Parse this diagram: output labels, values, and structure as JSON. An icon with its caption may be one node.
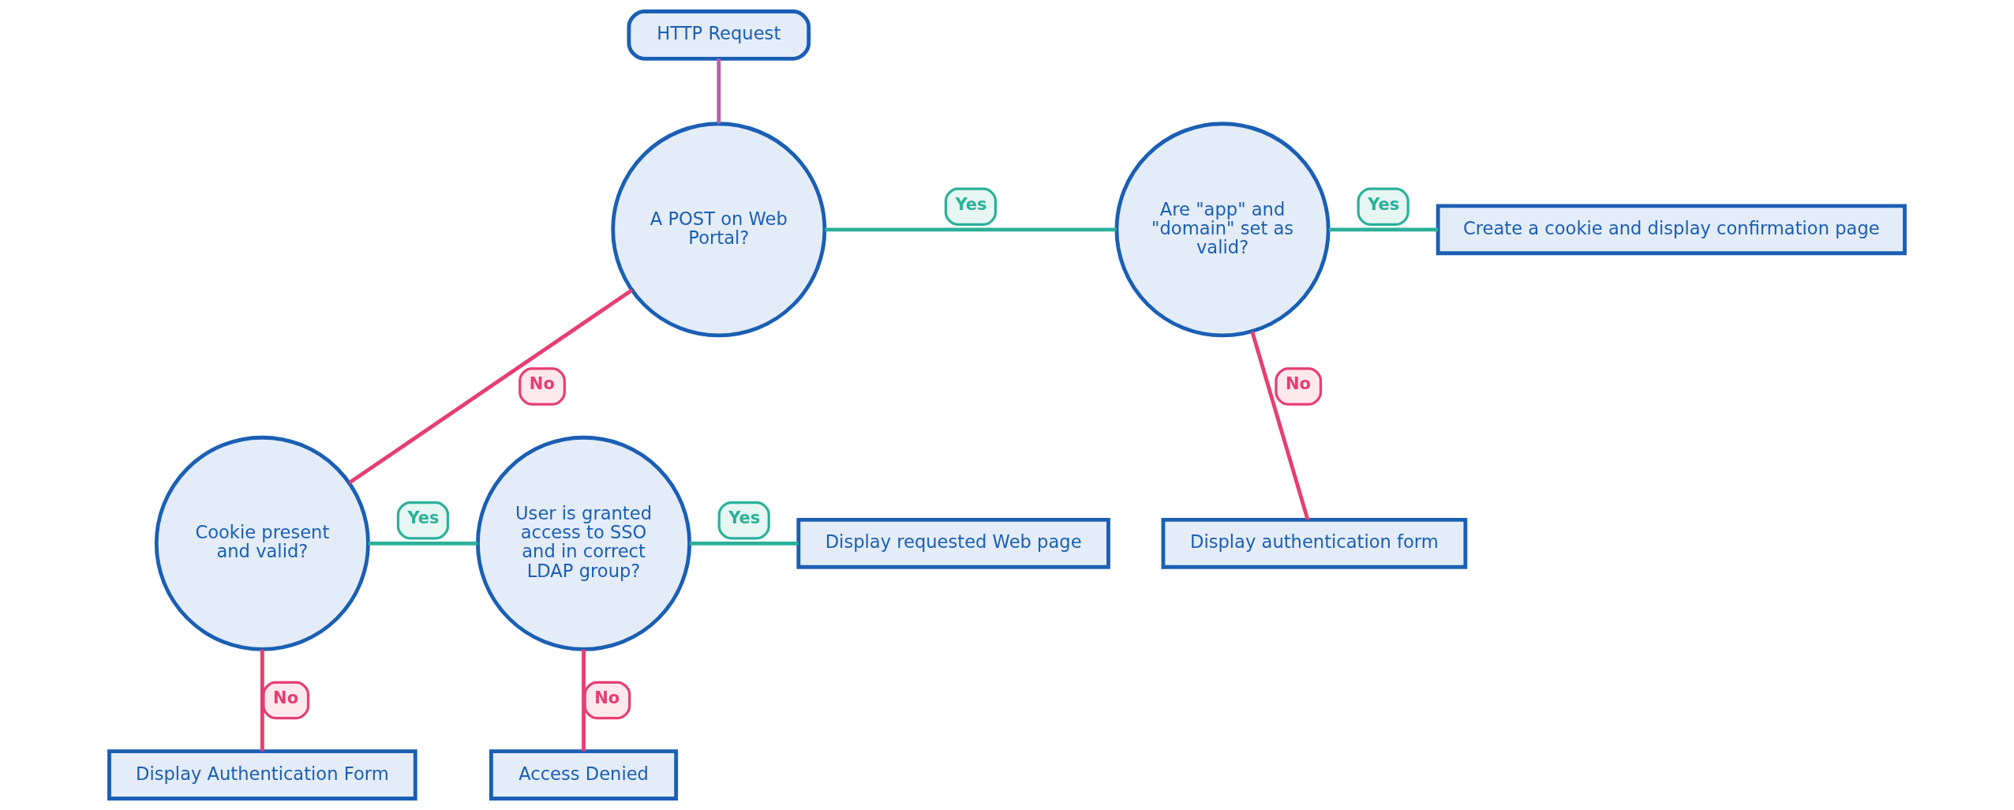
{
  "diagram": {
    "nodes": [
      {
        "text": [
          "HTTP Request"
        ]
      },
      {
        "text": [
          "A POST on Web Portal?"
        ]
      },
      {
        "text": [
          "Are \"app\" and \"domain\" set as valid?"
        ]
      },
      {
        "text": [
          "Create a cookie and display confirmation page"
        ]
      },
      {
        "text": [
          "Display authentication form"
        ]
      },
      {
        "text": [
          "Cookie present and valid?"
        ]
      },
      {
        "text": [
          "User is granted access to SSO and in correct LDAP group?"
        ]
      },
      {
        "text": [
          "Display requested Web page"
        ]
      },
      {
        "text": [
          "Display Authentication Form"
        ]
      },
      {
        "text": [
          "Access Denied"
        ]
      }
    ],
    "edges": [
      {
        "from": 0,
        "to": 1,
        "arrow": "none",
        "color": "#b060a8"
      },
      {
        "from": 1,
        "to": 2,
        "arrow": "none",
        "label": "Yes",
        "color": "#2bb09a"
      },
      {
        "from": 2,
        "to": 3,
        "arrow": "none",
        "label": "Yes",
        "color": "#2bb09a"
      },
      {
        "from": 2,
        "to": 4,
        "arrow": "none",
        "label": "No",
        "color": "#e63e72"
      },
      {
        "from": 1,
        "to": 5,
        "arrow": "none",
        "label": "No",
        "color": "#e63e72"
      },
      {
        "from": 5,
        "to": 6,
        "arrow": "none",
        "label": "Yes",
        "color": "#2bb09a"
      },
      {
        "from": 6,
        "to": 7,
        "arrow": "none",
        "label": "Yes",
        "color": "#2bb09a"
      },
      {
        "from": 5,
        "to": 8,
        "arrow": "none",
        "label": "No",
        "color": "#e63e72"
      },
      {
        "from": 6,
        "to": 9,
        "arrow": "none",
        "label": "No",
        "color": "#e63e72"
      }
    ]
  }
}
